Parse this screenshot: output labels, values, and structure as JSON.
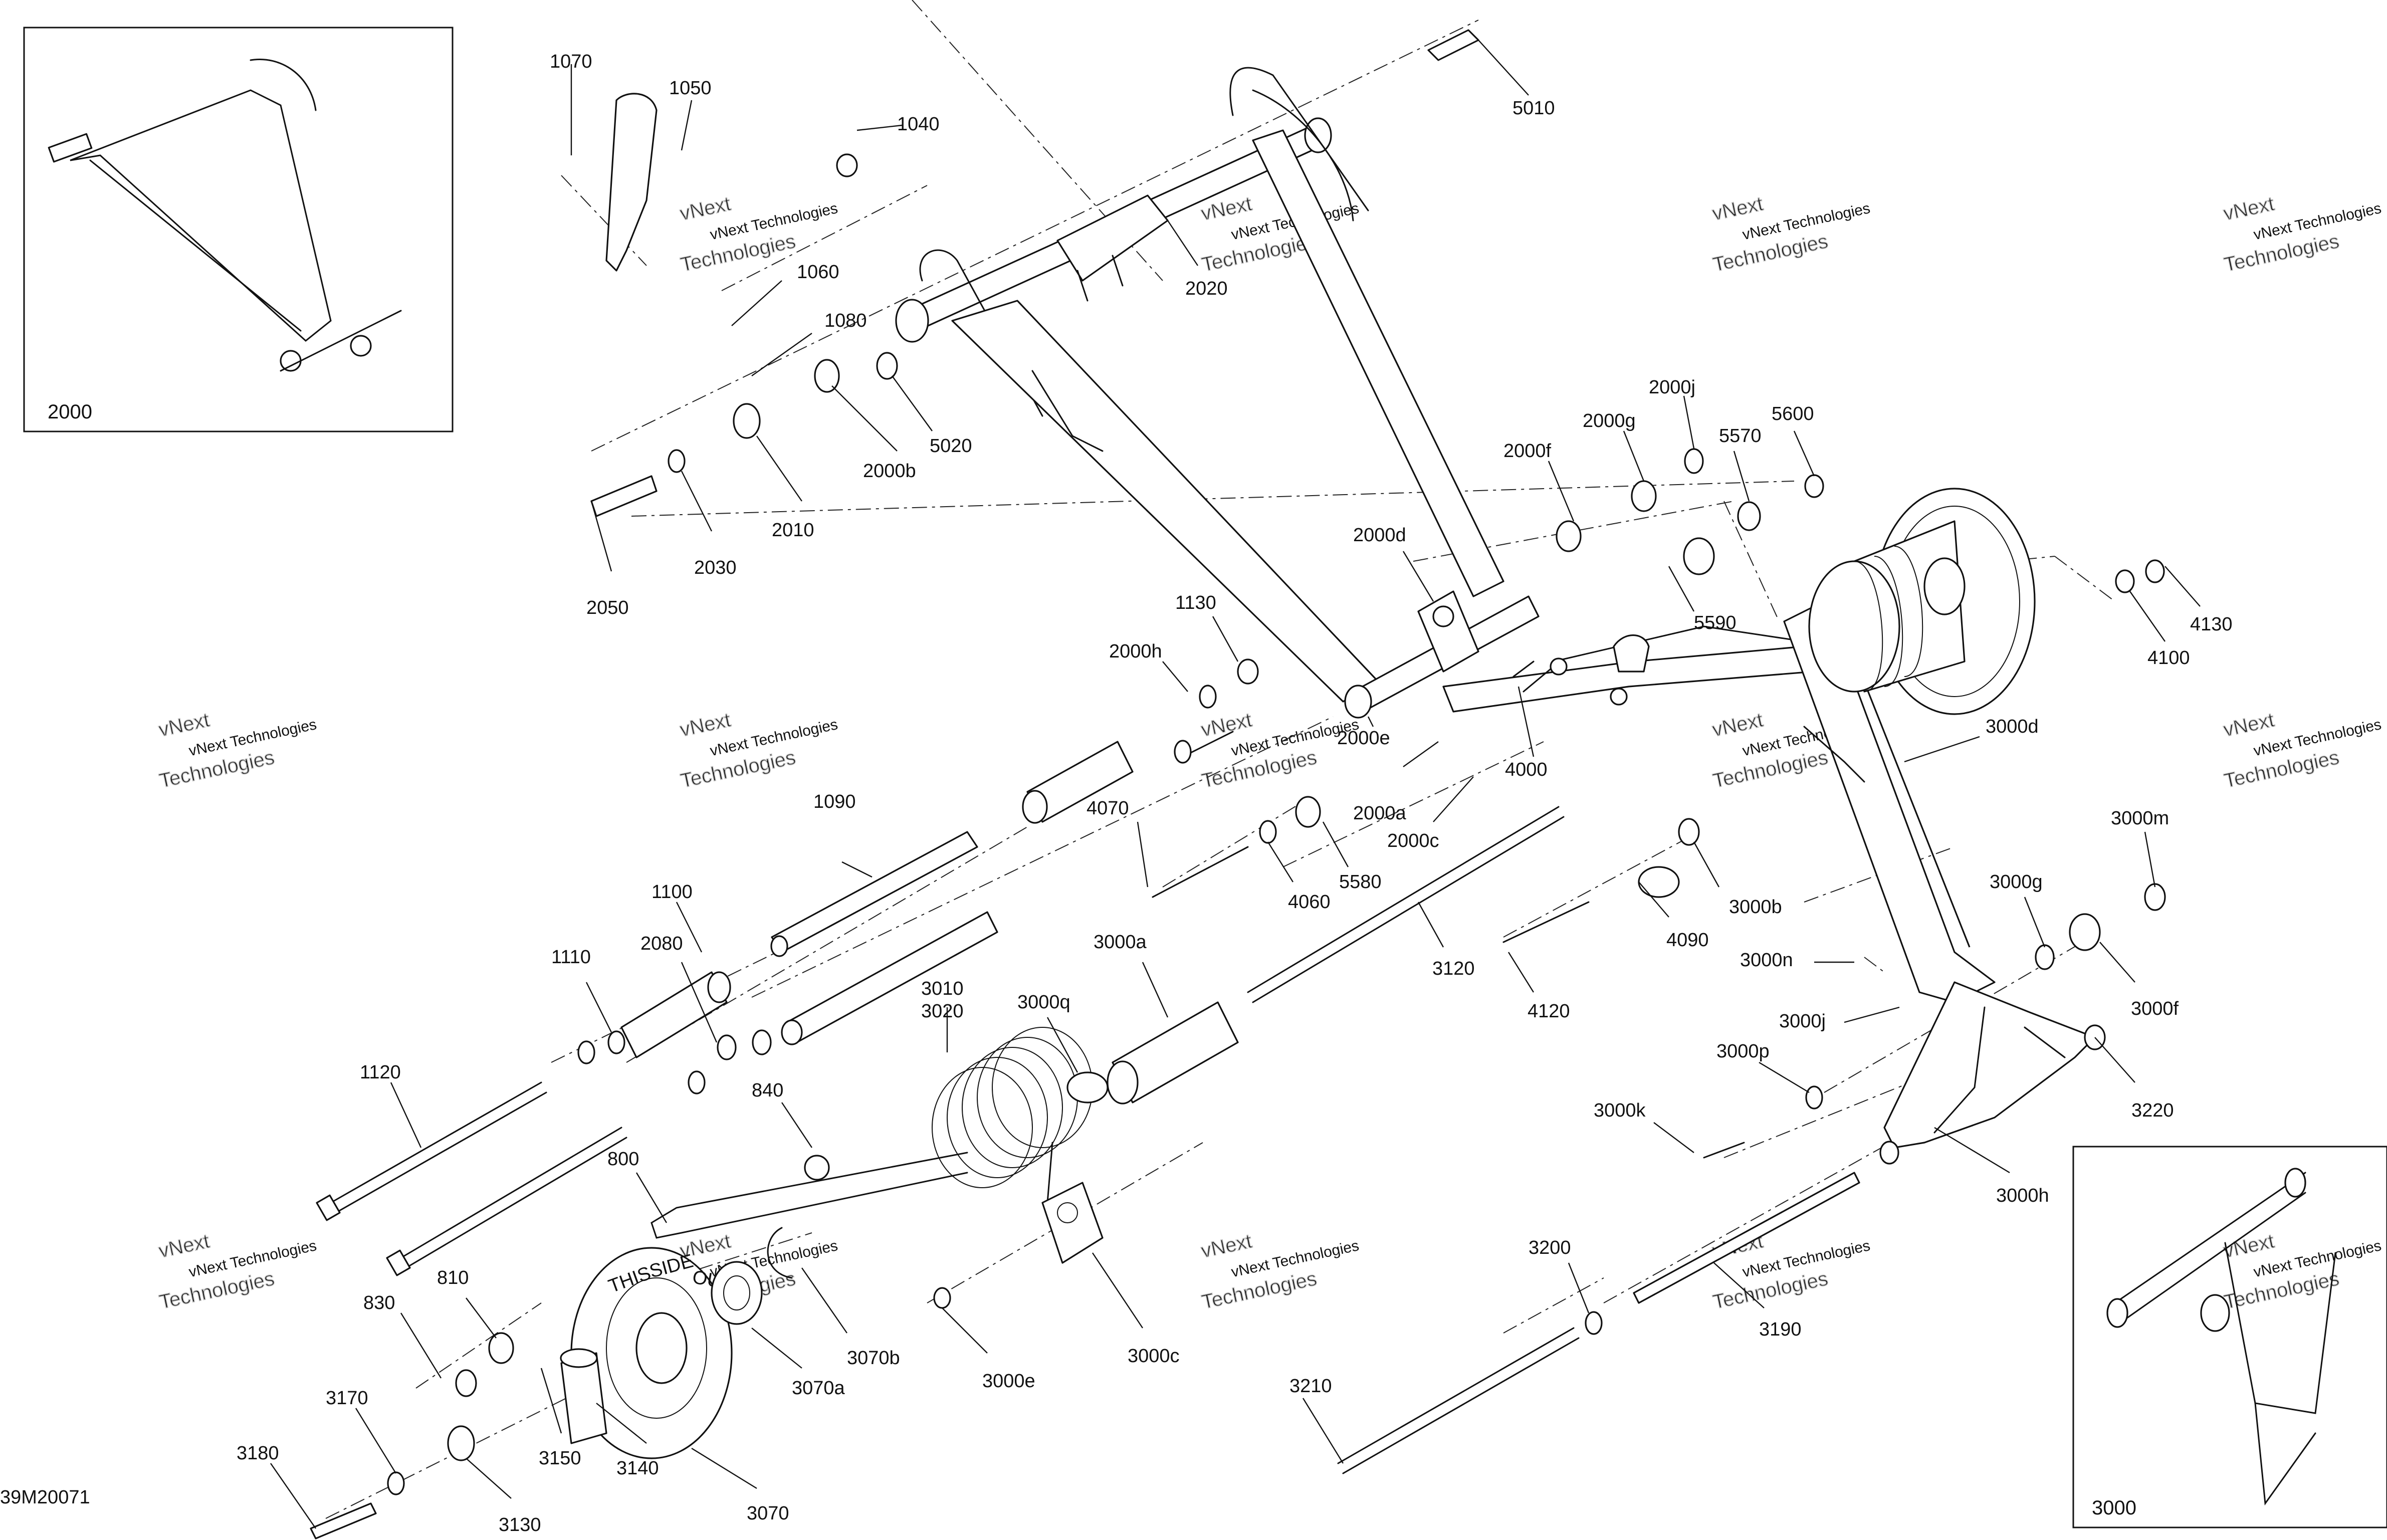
{
  "drawing_code": "39M20071",
  "watermark": {
    "brand": "vNext",
    "company": "vNext Technologies",
    "wordmark": "Technologies"
  },
  "insets": [
    {
      "label": "2000"
    },
    {
      "label": "3000"
    }
  ],
  "callouts": [
    "1070",
    "1050",
    "1040",
    "5010",
    "2020",
    "1060",
    "1080",
    "5020",
    "2000b",
    "2010",
    "2030",
    "2050",
    "2000j",
    "2000g",
    "5600",
    "2000f",
    "5570",
    "2000d",
    "5590",
    "4130",
    "4100",
    "1130",
    "2000h",
    "2000e",
    "4000",
    "3000d",
    "2000a",
    "2000c",
    "1090",
    "4070",
    "5580",
    "4060",
    "3000m",
    "3000g",
    "3000b",
    "3000f",
    "1100",
    "2080",
    "1110",
    "3000a",
    "3120",
    "4090",
    "3000n",
    "4120",
    "3000j",
    "3010",
    "3020",
    "3000q",
    "3000p",
    "840",
    "1120",
    "3000k",
    "3220",
    "800",
    "3000h",
    "810",
    "3070b",
    "3000c",
    "3000e",
    "3200",
    "3190",
    "830",
    "3070a",
    "3150",
    "3140",
    "3210",
    "3170",
    "3180",
    "3130",
    "3070"
  ],
  "decals": [
    "THIS",
    "SIDE",
    "OUT"
  ]
}
